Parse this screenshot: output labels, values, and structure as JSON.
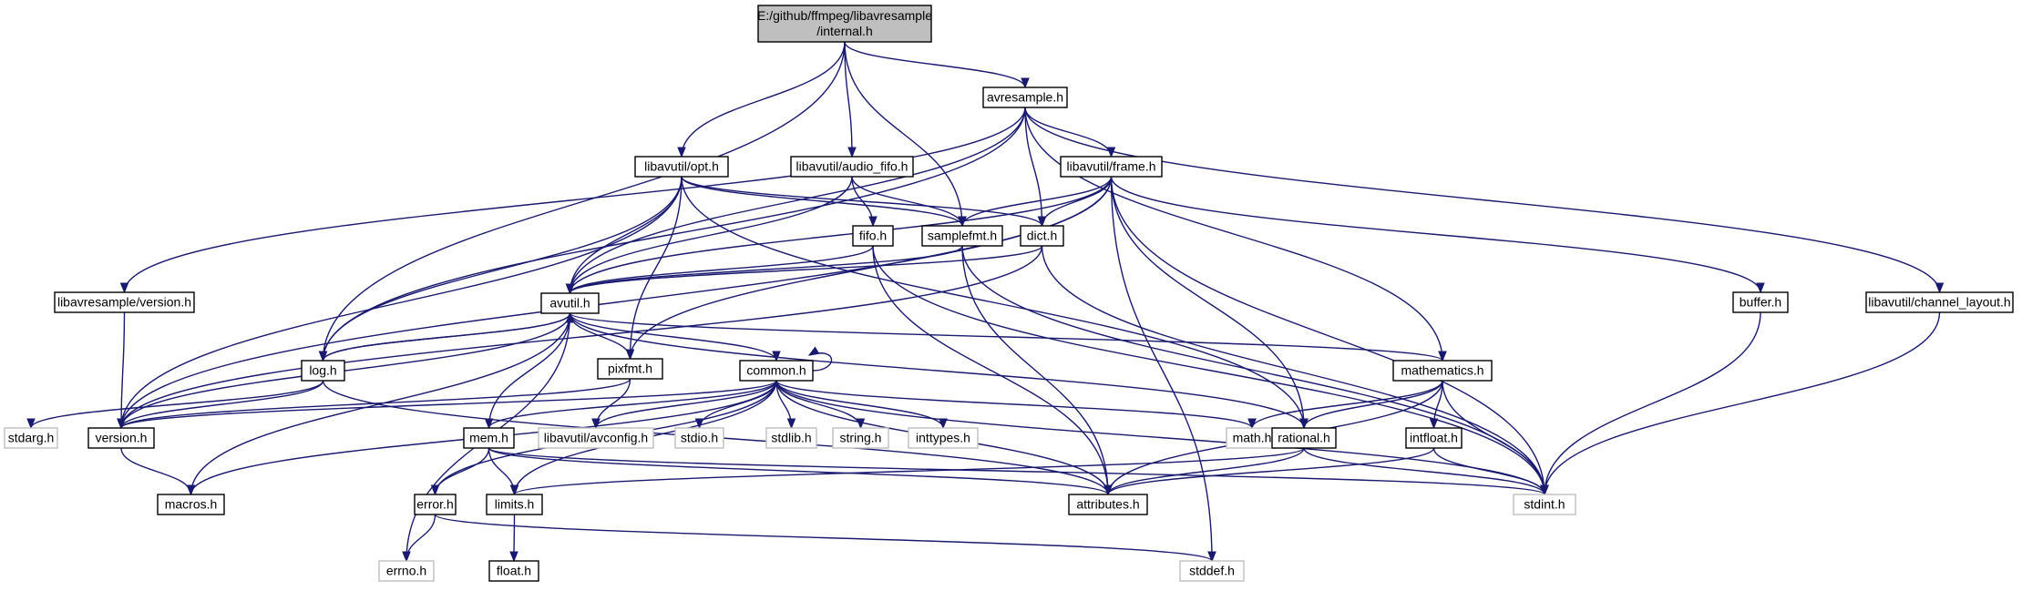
{
  "graph": {
    "nodes": [
      {
        "id": "root",
        "lines": [
          "E:/github/ffmpeg/libavresample",
          "/internal.h"
        ],
        "kind": "root"
      },
      {
        "id": "avresample",
        "lines": [
          "avresample.h"
        ],
        "kind": "normal"
      },
      {
        "id": "opt",
        "lines": [
          "libavutil/opt.h"
        ],
        "kind": "normal"
      },
      {
        "id": "audio_fifo",
        "lines": [
          "libavutil/audio_fifo.h"
        ],
        "kind": "normal"
      },
      {
        "id": "frame",
        "lines": [
          "libavutil/frame.h"
        ],
        "kind": "normal"
      },
      {
        "id": "fifo",
        "lines": [
          "fifo.h"
        ],
        "kind": "normal"
      },
      {
        "id": "samplefmt",
        "lines": [
          "samplefmt.h"
        ],
        "kind": "normal"
      },
      {
        "id": "dict",
        "lines": [
          "dict.h"
        ],
        "kind": "normal"
      },
      {
        "id": "lavr_version",
        "lines": [
          "libavresample/version.h"
        ],
        "kind": "normal"
      },
      {
        "id": "avutil",
        "lines": [
          "avutil.h"
        ],
        "kind": "normal"
      },
      {
        "id": "buffer",
        "lines": [
          "buffer.h"
        ],
        "kind": "normal"
      },
      {
        "id": "channel_layout",
        "lines": [
          "libavutil/channel_layout.h"
        ],
        "kind": "normal"
      },
      {
        "id": "log",
        "lines": [
          "log.h"
        ],
        "kind": "normal"
      },
      {
        "id": "pixfmt",
        "lines": [
          "pixfmt.h"
        ],
        "kind": "normal"
      },
      {
        "id": "common",
        "lines": [
          "common.h"
        ],
        "kind": "normal"
      },
      {
        "id": "mathematics",
        "lines": [
          "mathematics.h"
        ],
        "kind": "normal"
      },
      {
        "id": "stdarg",
        "lines": [
          "stdarg.h"
        ],
        "kind": "system"
      },
      {
        "id": "version",
        "lines": [
          "version.h"
        ],
        "kind": "normal"
      },
      {
        "id": "avconfig",
        "lines": [
          "libavutil/avconfig.h"
        ],
        "kind": "system"
      },
      {
        "id": "stdio",
        "lines": [
          "stdio.h"
        ],
        "kind": "system"
      },
      {
        "id": "stdlib",
        "lines": [
          "stdlib.h"
        ],
        "kind": "system"
      },
      {
        "id": "string",
        "lines": [
          "string.h"
        ],
        "kind": "system"
      },
      {
        "id": "inttypes",
        "lines": [
          "inttypes.h"
        ],
        "kind": "system"
      },
      {
        "id": "math",
        "lines": [
          "math.h"
        ],
        "kind": "system"
      },
      {
        "id": "rational",
        "lines": [
          "rational.h"
        ],
        "kind": "normal"
      },
      {
        "id": "intfloat",
        "lines": [
          "intfloat.h"
        ],
        "kind": "normal"
      },
      {
        "id": "mem",
        "lines": [
          "mem.h"
        ],
        "kind": "normal"
      },
      {
        "id": "macros",
        "lines": [
          "macros.h"
        ],
        "kind": "normal"
      },
      {
        "id": "error",
        "lines": [
          "error.h"
        ],
        "kind": "normal"
      },
      {
        "id": "limits",
        "lines": [
          "limits.h"
        ],
        "kind": "normal"
      },
      {
        "id": "attributes",
        "lines": [
          "attributes.h"
        ],
        "kind": "normal"
      },
      {
        "id": "stdint",
        "lines": [
          "stdint.h"
        ],
        "kind": "system"
      },
      {
        "id": "errno",
        "lines": [
          "errno.h"
        ],
        "kind": "system"
      },
      {
        "id": "float",
        "lines": [
          "float.h"
        ],
        "kind": "normal"
      },
      {
        "id": "stddef",
        "lines": [
          "stddef.h"
        ],
        "kind": "system"
      }
    ],
    "edges": [
      [
        "root",
        "avresample"
      ],
      [
        "root",
        "opt"
      ],
      [
        "root",
        "audio_fifo"
      ],
      [
        "root",
        "samplefmt"
      ],
      [
        "root",
        "log"
      ],
      [
        "avresample",
        "avutil"
      ],
      [
        "avresample",
        "frame"
      ],
      [
        "avresample",
        "dict"
      ],
      [
        "avresample",
        "log"
      ],
      [
        "avresample",
        "lavr_version"
      ],
      [
        "avresample",
        "channel_layout"
      ],
      [
        "avresample",
        "mathematics"
      ],
      [
        "opt",
        "avutil"
      ],
      [
        "opt",
        "samplefmt"
      ],
      [
        "opt",
        "dict"
      ],
      [
        "opt",
        "log"
      ],
      [
        "opt",
        "pixfmt"
      ],
      [
        "opt",
        "rational"
      ],
      [
        "opt",
        "version"
      ],
      [
        "audio_fifo",
        "avutil"
      ],
      [
        "audio_fifo",
        "fifo"
      ],
      [
        "audio_fifo",
        "samplefmt"
      ],
      [
        "frame",
        "avutil"
      ],
      [
        "frame",
        "samplefmt"
      ],
      [
        "frame",
        "dict"
      ],
      [
        "frame",
        "buffer"
      ],
      [
        "frame",
        "pixfmt"
      ],
      [
        "frame",
        "rational"
      ],
      [
        "frame",
        "stdint"
      ],
      [
        "frame",
        "stddef"
      ],
      [
        "frame",
        "version"
      ],
      [
        "fifo",
        "avutil"
      ],
      [
        "fifo",
        "attributes"
      ],
      [
        "fifo",
        "stdint"
      ],
      [
        "samplefmt",
        "avutil"
      ],
      [
        "samplefmt",
        "attributes"
      ],
      [
        "samplefmt",
        "stdint"
      ],
      [
        "dict",
        "avutil"
      ],
      [
        "dict",
        "stdint"
      ],
      [
        "dict",
        "version"
      ],
      [
        "lavr_version",
        "version"
      ],
      [
        "avutil",
        "common"
      ],
      [
        "avutil",
        "pixfmt"
      ],
      [
        "avutil",
        "log"
      ],
      [
        "avutil",
        "version"
      ],
      [
        "avutil",
        "macros"
      ],
      [
        "avutil",
        "rational"
      ],
      [
        "avutil",
        "mathematics"
      ],
      [
        "avutil",
        "errno"
      ],
      [
        "buffer",
        "stdint"
      ],
      [
        "channel_layout",
        "stdint"
      ],
      [
        "log",
        "avutil"
      ],
      [
        "log",
        "stdarg"
      ],
      [
        "log",
        "attributes"
      ],
      [
        "log",
        "version"
      ],
      [
        "pixfmt",
        "avconfig"
      ],
      [
        "pixfmt",
        "version"
      ],
      [
        "common",
        "version"
      ],
      [
        "common",
        "macros"
      ],
      [
        "common",
        "avconfig"
      ],
      [
        "common",
        "stdio"
      ],
      [
        "common",
        "stdlib"
      ],
      [
        "common",
        "string"
      ],
      [
        "common",
        "inttypes"
      ],
      [
        "common",
        "math"
      ],
      [
        "common",
        "attributes"
      ],
      [
        "common",
        "stdint"
      ],
      [
        "common",
        "mem"
      ],
      [
        "common",
        "error"
      ],
      [
        "common",
        "limits"
      ],
      [
        "common",
        "common"
      ],
      [
        "mathematics",
        "math"
      ],
      [
        "mathematics",
        "rational"
      ],
      [
        "mathematics",
        "intfloat"
      ],
      [
        "mathematics",
        "stdint"
      ],
      [
        "mathematics",
        "attributes"
      ],
      [
        "version",
        "macros"
      ],
      [
        "rational",
        "attributes"
      ],
      [
        "rational",
        "stdint"
      ],
      [
        "rational",
        "limits"
      ],
      [
        "intfloat",
        "attributes"
      ],
      [
        "intfloat",
        "stdint"
      ],
      [
        "mem",
        "avutil"
      ],
      [
        "mem",
        "error"
      ],
      [
        "mem",
        "limits"
      ],
      [
        "mem",
        "attributes"
      ],
      [
        "mem",
        "stdint"
      ],
      [
        "error",
        "errno"
      ],
      [
        "error",
        "stddef"
      ],
      [
        "limits",
        "float"
      ]
    ]
  },
  "colors": {
    "edge": "#191970",
    "node_border": "#000000",
    "system_border": "#bfbfbf",
    "root_fill": "#bfbfbf"
  }
}
